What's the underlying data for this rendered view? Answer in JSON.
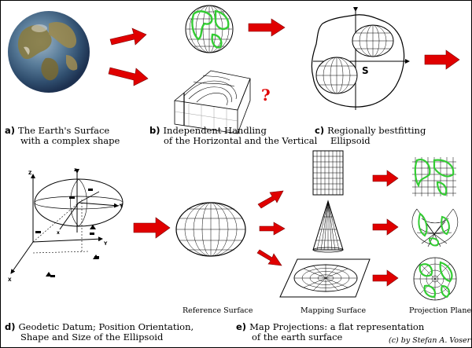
{
  "captions": {
    "a": {
      "letter": "a)",
      "line1": "The Earth's Surface",
      "line2": "with a complex shape"
    },
    "b": {
      "letter": "b)",
      "line1": "Independent Handling",
      "line2": "of the Horizontal and the Vertical"
    },
    "c": {
      "letter": "c)",
      "line1": "Regionally bestfitting",
      "line2": "Ellipsoid"
    },
    "d": {
      "letter": "d)",
      "line1": "Geodetic Datum; Position Orientation,",
      "line2": "Shape and Size of the Ellipsoid"
    },
    "e": {
      "letter": "e)",
      "line1": "Map Projections:  a flat representation",
      "line2": "of the earth surface"
    }
  },
  "labels": {
    "reference_surface": "Reference Surface",
    "mapping_surface": "Mapping Surface",
    "projection_plane": "Projection Plane",
    "question_mark": "?",
    "s_label": "S",
    "axis_z": "Z",
    "axis_x": "X",
    "axis_y": "Y",
    "axis_z2": "z",
    "axis_y2": "Y",
    "axis_x2": "x"
  },
  "credit": "(c) by Stefan A. Voser",
  "colors": {
    "arrow_red": "#e00000",
    "land_green": "#33cc33",
    "globe_blue": "#4a6fa0"
  }
}
